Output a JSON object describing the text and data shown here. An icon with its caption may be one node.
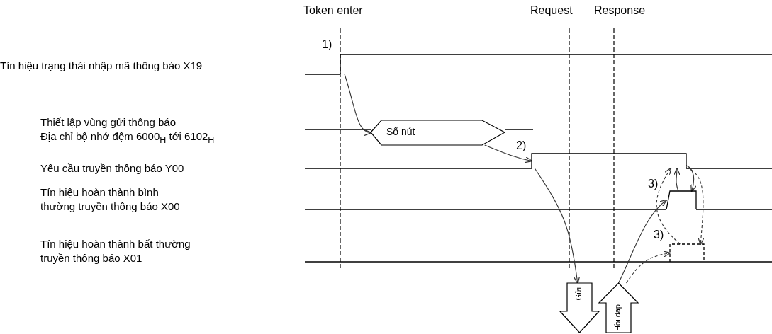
{
  "diagram": {
    "nodes": [
      {
        "text": [],
        "shape": "waveform"
      },
      {
        "text": [],
        "shape": "waveform",
        "beside": [
          "Thiết lập vùng gửi thông báo",
          "Địa chỉ bộ nhớ đệm 6000$_{H}$ tới 6102$_{H}$"
        ]
      },
      {
        "text": [
          "Số nút"
        ],
        "in": 1
      },
      {
        "text": [],
        "shape": "waveform"
      },
      {
        "text": [],
        "shape": "waveform"
      },
      {
        "text": [],
        "shape": "waveform"
      },
      {
        "text": [
          "Gửi"
        ]
      },
      {
        "text": [
          "Hồi đáp"
        ]
      }
    ],
    "edges": [
      {
        "from": 0,
        "to": 2,
        "arrow": "to"
      },
      {
        "from": 2,
        "to": 3,
        "arrow": "to"
      },
      {
        "from": 3,
        "to": 6,
        "arrow": "to"
      },
      {
        "from": 7,
        "to": 4,
        "arrow": "to"
      },
      {
        "from": 7,
        "to": 5,
        "arrow": "to",
        "style": "dashed"
      },
      {
        "from": 4,
        "to": 3,
        "arrow": "to"
      },
      {
        "from": 5,
        "to": 3,
        "arrow": "to",
        "style": "dashed"
      },
      {
        "from": 3,
        "to": 4,
        "arrow": "to"
      },
      {
        "from": 3,
        "to": 5,
        "arrow": "to",
        "style": "dashed"
      }
    ],
    "labels": [
      "Token enter",
      "Request",
      "Response",
      "1)",
      "Tín hiệu trạng thái nhập mã thông báo X19",
      "2)",
      "Yêu cầu truyền thông báo Y00",
      "3)",
      "Tín hiệu hoàn thành bình thường truyền thông báo X00",
      "3)",
      "Tín hiệu hoàn thành bất thường truyền thông báo X01"
    ]
  }
}
